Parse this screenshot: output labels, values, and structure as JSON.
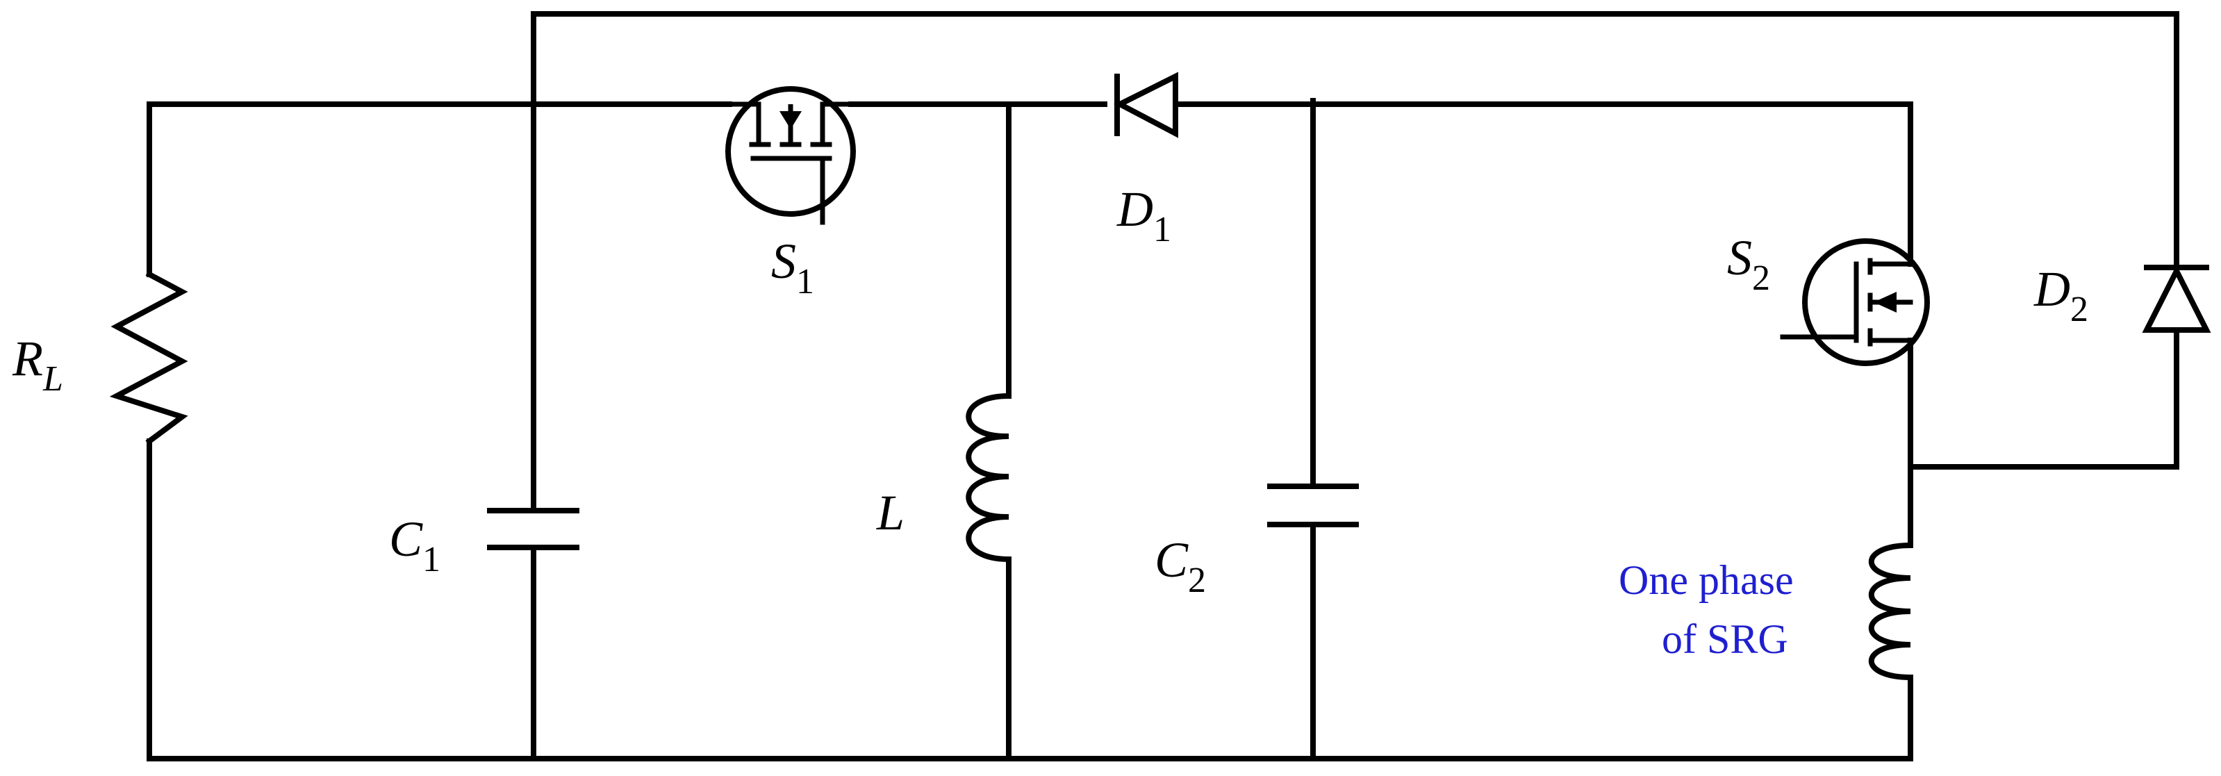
{
  "labels": {
    "rl": {
      "main": "R",
      "sub": "L"
    },
    "c1": {
      "main": "C",
      "sub": "1"
    },
    "l": {
      "main": "L"
    },
    "c2": {
      "main": "C",
      "sub": "2"
    },
    "s1": {
      "main": "S",
      "sub": "1"
    },
    "d1": {
      "main": "D",
      "sub": "1"
    },
    "s2": {
      "main": "S",
      "sub": "2"
    },
    "d2": {
      "main": "D",
      "sub": "2"
    },
    "srg_line1": "One phase",
    "srg_line2": "of SRG"
  },
  "colors": {
    "wire": "#000000",
    "srg_text": "#1f1fd0"
  },
  "components": [
    {
      "id": "R_L",
      "type": "resistor"
    },
    {
      "id": "C_1",
      "type": "capacitor"
    },
    {
      "id": "S_1",
      "type": "mosfet"
    },
    {
      "id": "L",
      "type": "inductor"
    },
    {
      "id": "D_1",
      "type": "diode"
    },
    {
      "id": "C_2",
      "type": "capacitor"
    },
    {
      "id": "S_2",
      "type": "mosfet"
    },
    {
      "id": "D_2",
      "type": "diode"
    },
    {
      "id": "SRG_phase",
      "type": "inductor"
    }
  ]
}
